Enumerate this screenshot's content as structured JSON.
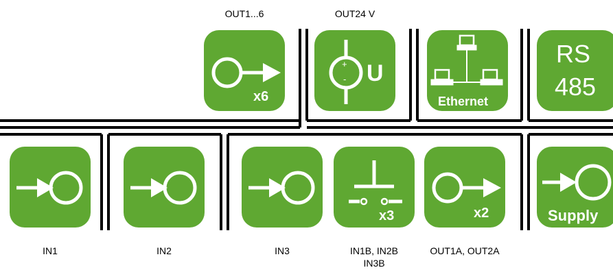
{
  "colors": {
    "tile_green": "#5fa832",
    "line_black": "#000000",
    "glyph_white": "#ffffff"
  },
  "top_row": {
    "out_1_6": {
      "label": "OUT1...6",
      "icon": "output-circle-arrow-icon",
      "badge": "x6"
    },
    "out_24v": {
      "label": "OUT24 V",
      "icon": "voltage-source-icon",
      "polarity_plus": "+",
      "polarity_minus": "-",
      "letter": "U"
    },
    "ethernet": {
      "label": "",
      "icon": "network-computers-icon",
      "text": "Ethernet"
    },
    "rs485": {
      "label": "",
      "line1": "RS",
      "line2": "485"
    }
  },
  "bottom_row": {
    "in1": {
      "label": "IN1",
      "icon": "input-arrow-circle-icon"
    },
    "in2": {
      "label": "IN2",
      "icon": "input-arrow-circle-icon"
    },
    "in3": {
      "label": "IN3",
      "icon": "input-arrow-circle-icon"
    },
    "pushbutton": {
      "label_line1": "IN1B, IN2B",
      "label_line2": "IN3B",
      "icon": "pushbutton-icon",
      "badge": "x3"
    },
    "out_1a_2a": {
      "label": "OUT1A, OUT2A",
      "icon": "output-circle-arrow-icon",
      "badge": "x2"
    },
    "supply": {
      "label": "",
      "icon": "input-arrow-circle-icon",
      "text": "Supply"
    }
  }
}
